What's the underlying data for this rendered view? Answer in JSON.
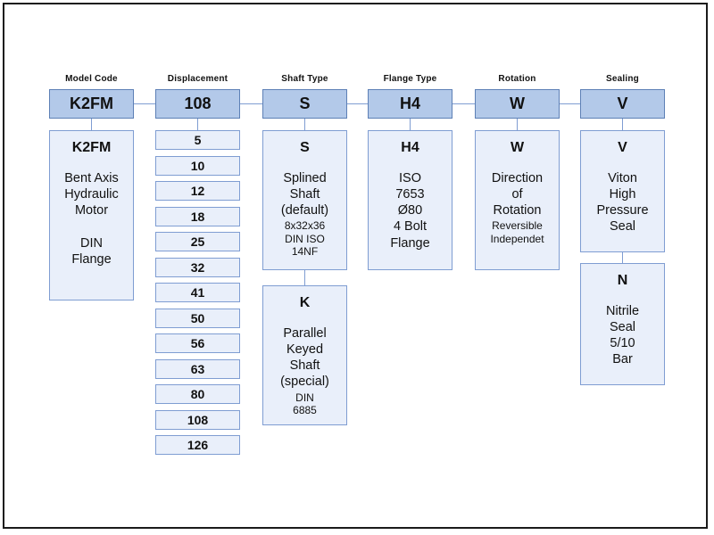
{
  "diagram": {
    "columns": [
      {
        "label": "Model Code",
        "selected": "K2FM",
        "options": [
          {
            "code": "K2FM",
            "body": "Bent Axis\nHydraulic\nMotor\n\nDIN\nFlange",
            "note": ""
          }
        ]
      },
      {
        "label": "Displacement",
        "selected": "108",
        "values": [
          "5",
          "10",
          "12",
          "18",
          "25",
          "32",
          "41",
          "50",
          "56",
          "63",
          "80",
          "108",
          "126"
        ]
      },
      {
        "label": "Shaft Type",
        "selected": "S",
        "options": [
          {
            "code": "S",
            "body": "Splined\nShaft\n(default)",
            "note": "8x32x36\nDIN ISO\n14NF"
          },
          {
            "code": "K",
            "body": "Parallel\nKeyed\nShaft\n(special)",
            "note": "DIN\n6885"
          }
        ]
      },
      {
        "label": "Flange Type",
        "selected": "H4",
        "options": [
          {
            "code": "H4",
            "body": "ISO\n7653\nØ80\n4 Bolt\nFlange",
            "note": ""
          }
        ]
      },
      {
        "label": "Rotation",
        "selected": "W",
        "options": [
          {
            "code": "W",
            "body": "Direction\nof\nRotation",
            "note": "Reversible\nIndependet"
          }
        ]
      },
      {
        "label": "Sealing",
        "selected": "V",
        "options": [
          {
            "code": "V",
            "body": "Viton\nHigh\nPressure\nSeal",
            "note": ""
          },
          {
            "code": "N",
            "body": "Nitrile\nSeal\n5/10\nBar",
            "note": ""
          }
        ]
      }
    ],
    "colors": {
      "header_fill": "#b3c9e9",
      "header_border": "#5d80b6",
      "box_fill": "#e9effa",
      "box_border": "#7f9dd2",
      "connector": "#7f9dd2",
      "frame": "#1b1b1b"
    }
  }
}
